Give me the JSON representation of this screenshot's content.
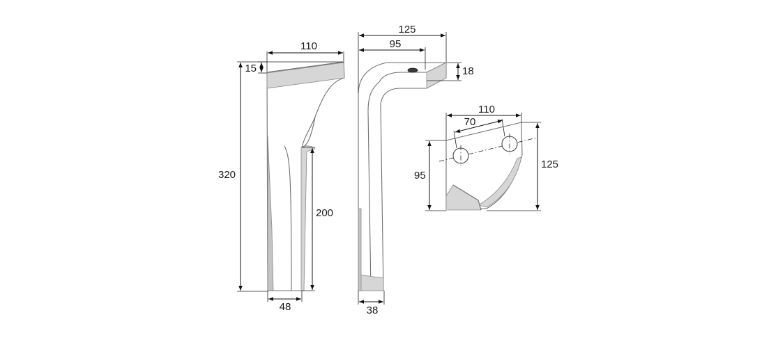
{
  "diagram": {
    "front_view": {
      "dim_top_width": "110",
      "dim_top_thickness": "15",
      "dim_total_height": "320",
      "dim_lower_height": "200",
      "dim_bottom_width": "48"
    },
    "side_view": {
      "dim_overall_reach": "125",
      "dim_hole_offset": "95",
      "dim_flange_thickness": "18",
      "dim_bottom_width": "38"
    },
    "flange_view": {
      "dim_flange_width": "110",
      "dim_hole_spacing": "70",
      "dim_hole_height": "95",
      "dim_flange_height": "125"
    }
  }
}
